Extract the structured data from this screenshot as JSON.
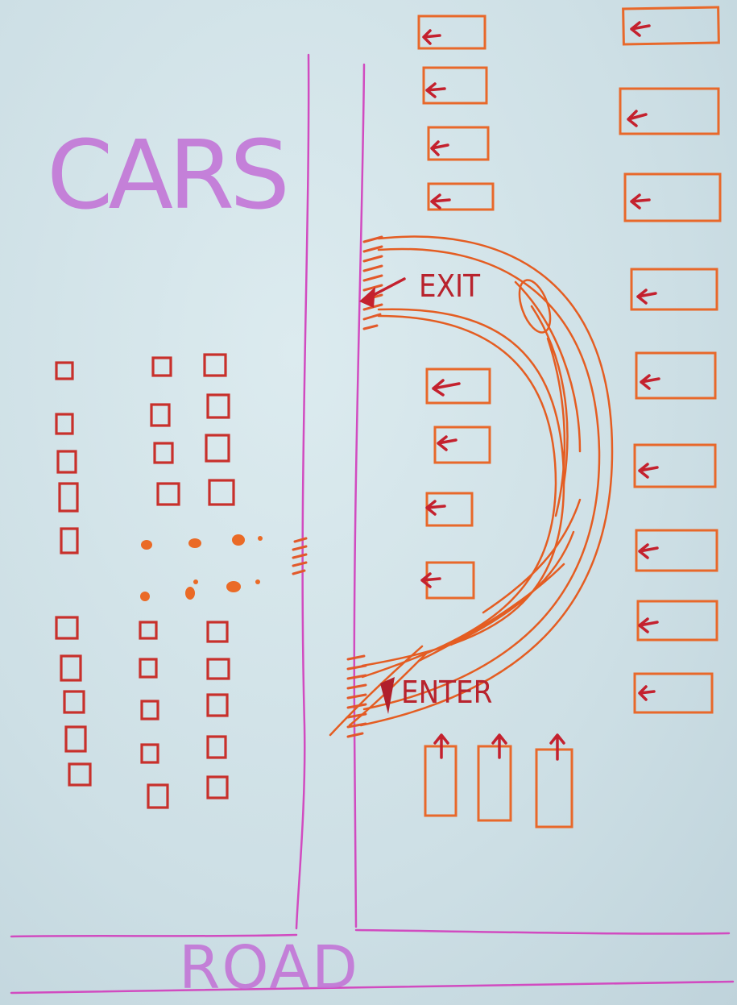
{
  "labels": {
    "cars": "CARS",
    "road": "ROAD",
    "exit": "EXIT",
    "enter": "ENTER"
  },
  "colors": {
    "paper": "#cfe0e6",
    "pink_marker": "#d14bc0",
    "orange_marker": "#e8682a",
    "red_marker": "#c4212e"
  }
}
